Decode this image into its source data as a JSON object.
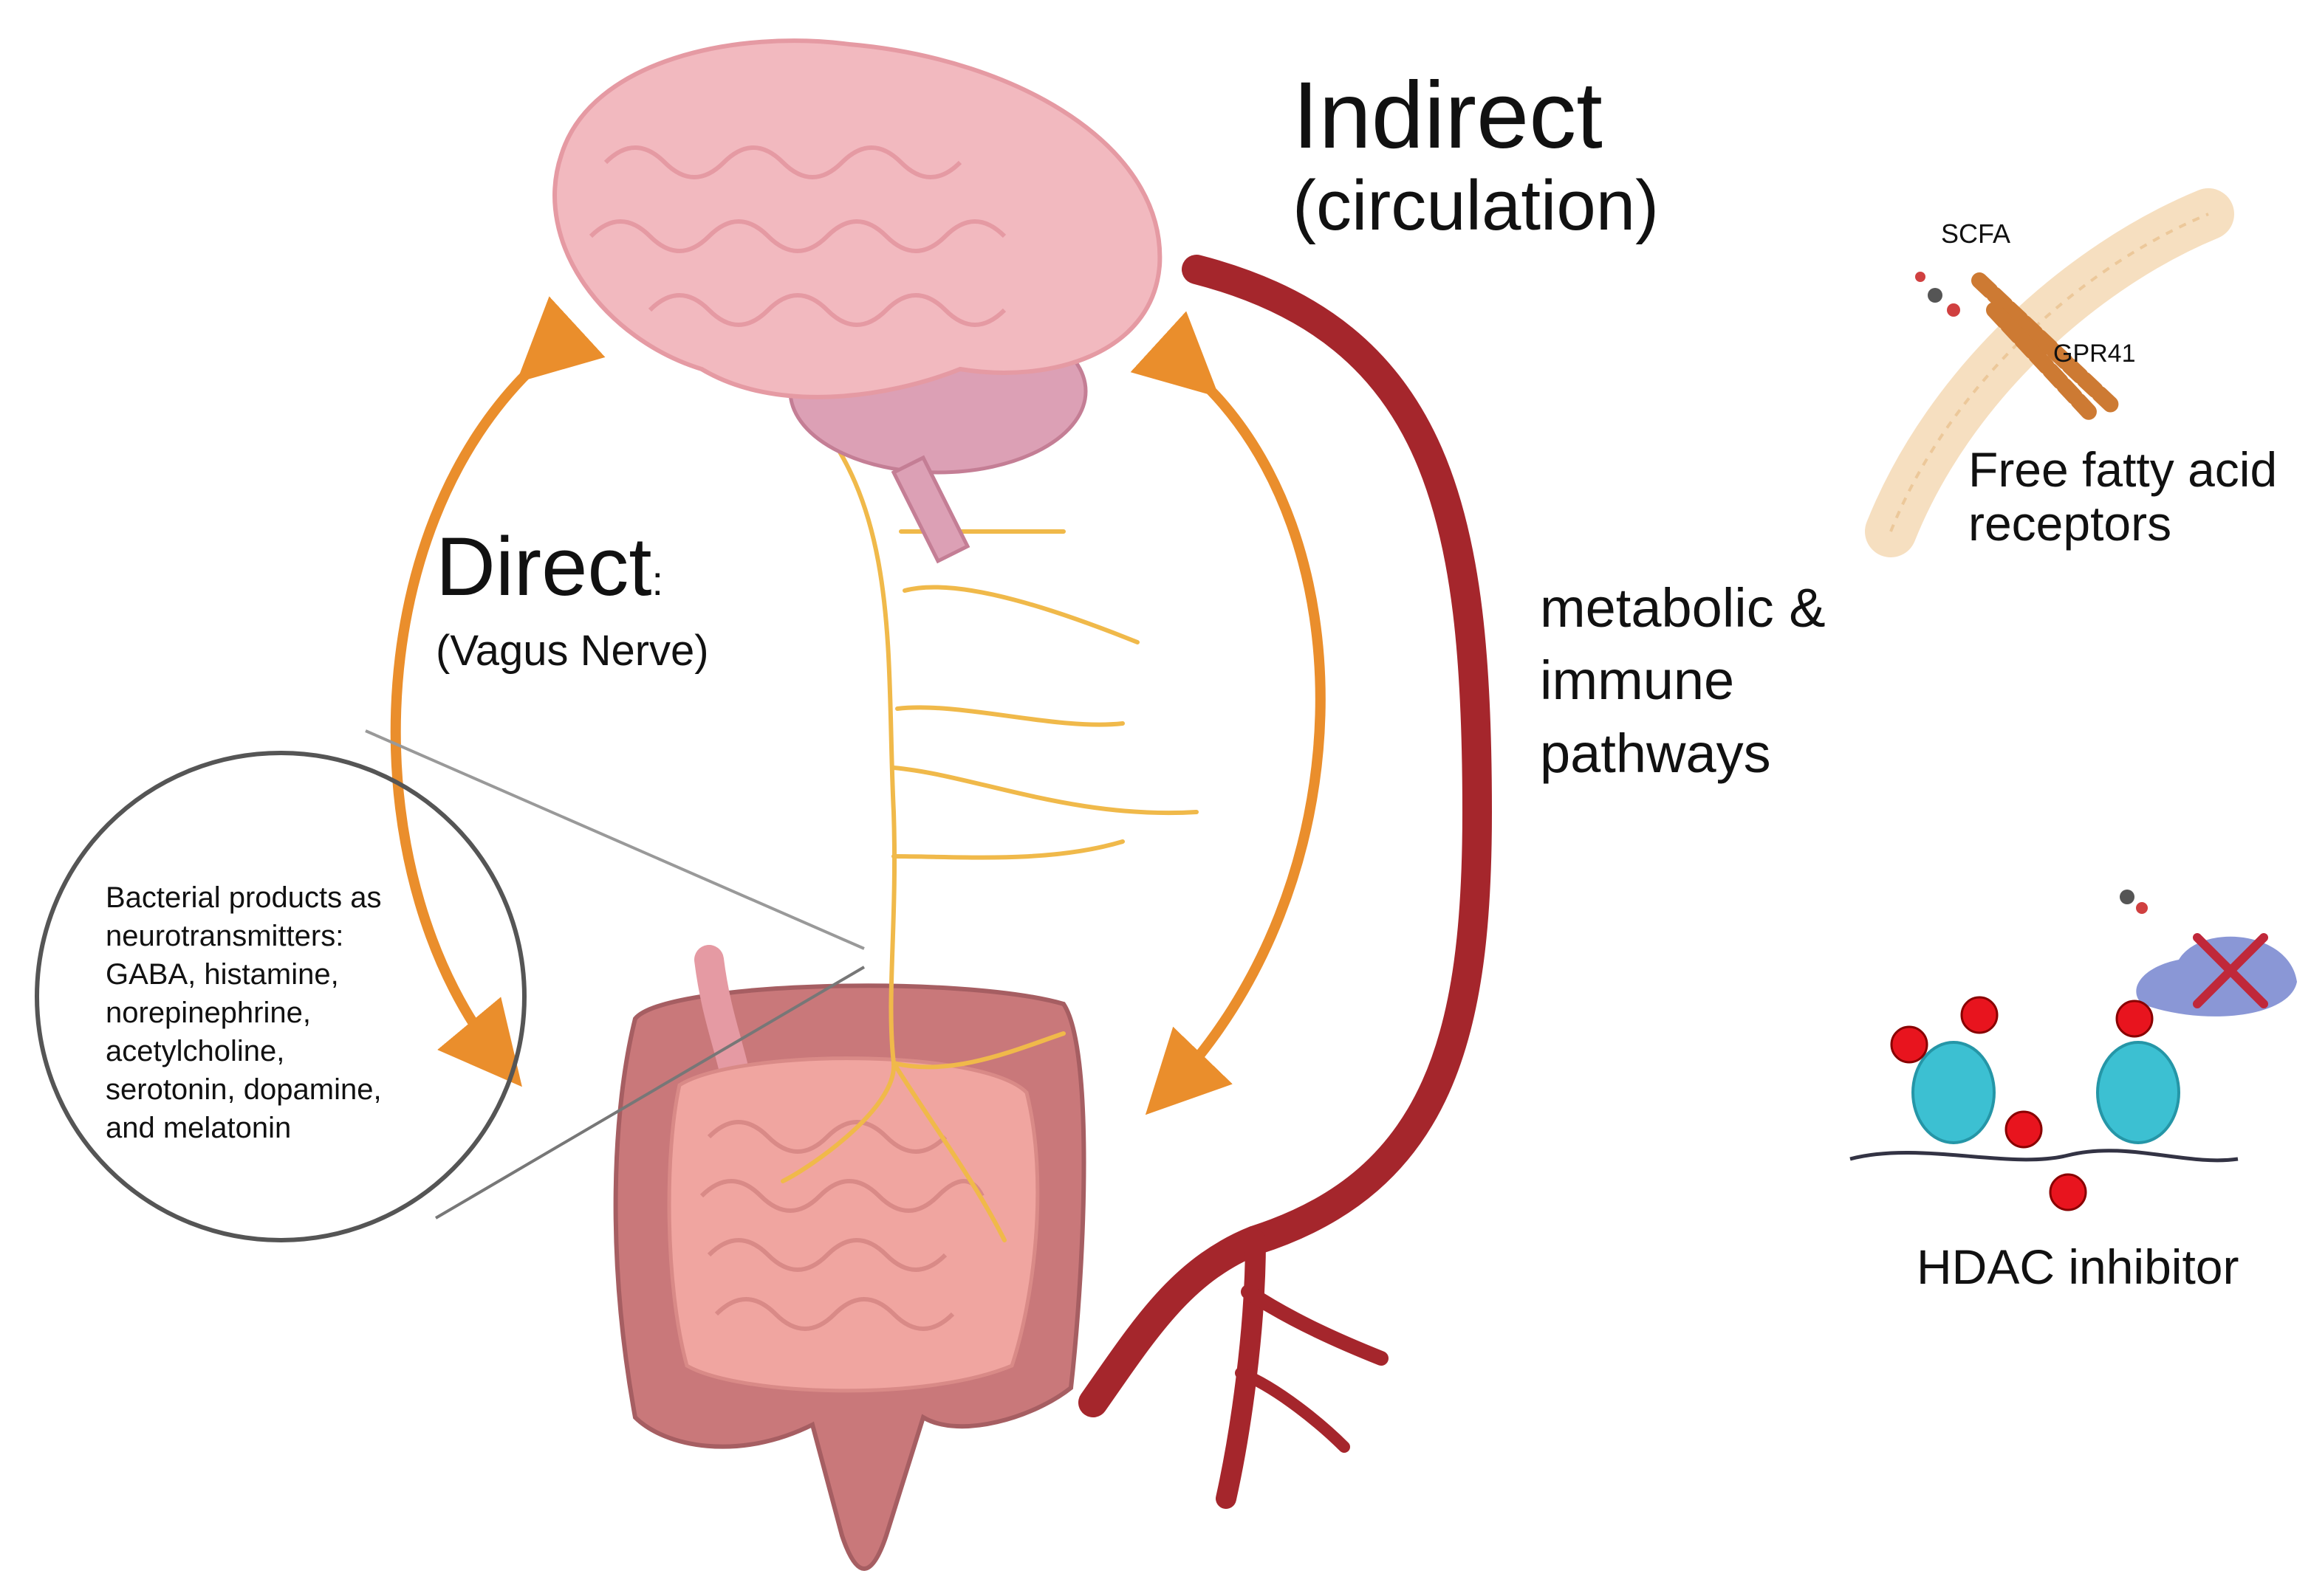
{
  "labels": {
    "indirect": "Indirect",
    "circulation": "(circulation)",
    "direct": "Direct",
    "direct_colon": ":",
    "vagus": "(Vagus Nerve)",
    "metabolic_lines": [
      "metabolic &",
      "immune",
      "pathways"
    ],
    "scfa": "SCFA",
    "gpr41": "GPR41",
    "ffa_lines": [
      "Free fatty acid",
      "receptors"
    ],
    "hdac": "HDAC inhibitor",
    "bacterial_lines": [
      "Bacterial products as",
      "neurotransmitters:",
      "GABA, histamine,",
      "norepinephrine,",
      "acetylcholine,",
      "serotonin, dopamine,",
      "and melatonin"
    ]
  },
  "colors": {
    "brain": "#f2b9bf",
    "brain_outline": "#e59aa3",
    "cerebellum": "#dca0b5",
    "nerve": "#f0b94a",
    "arrow": "#ea8e2c",
    "artery": "#a5262c",
    "colon": "#c9787a",
    "small_intestine": "#f0a5a0",
    "membrane": "#f6dfc0",
    "receptor": "#cd7a33",
    "histone": "#3cc0d2",
    "acetyl": "#e8141e",
    "enzyme": "#8a97d6",
    "cross": "#c0283a"
  }
}
